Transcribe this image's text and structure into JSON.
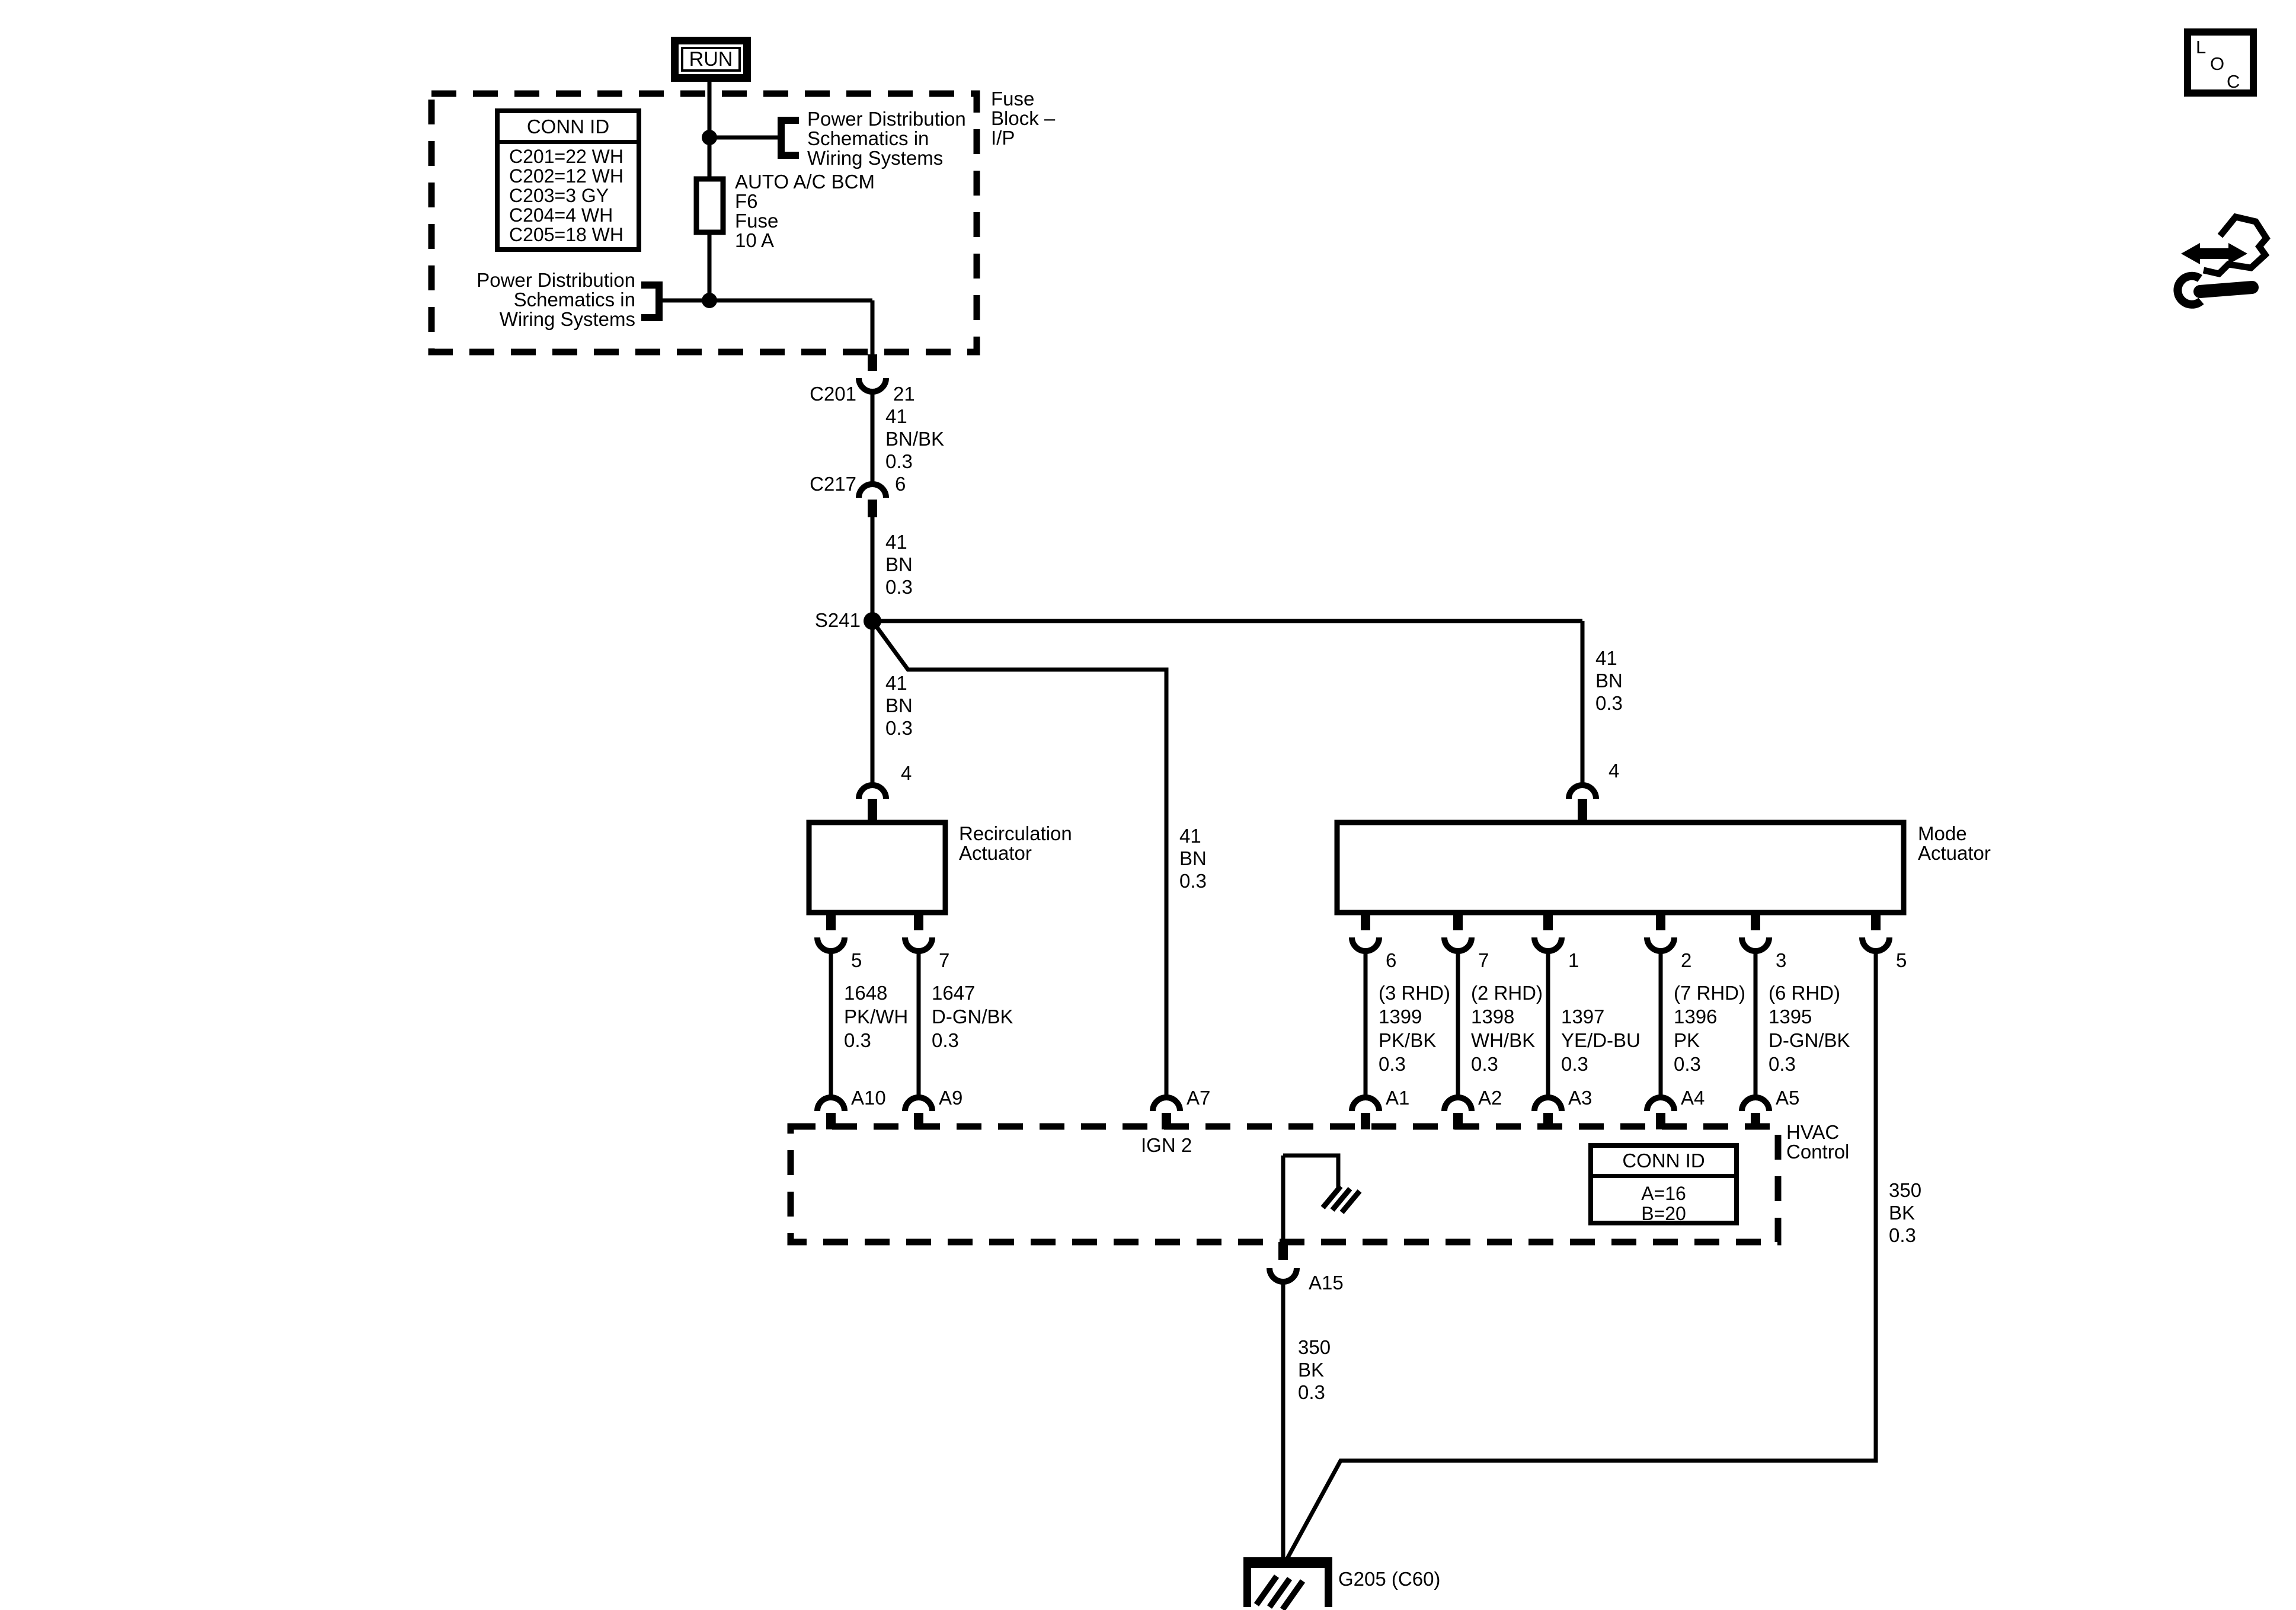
{
  "icons": {
    "loc_letters": [
      "L",
      "O",
      "C"
    ]
  },
  "fuse_block": {
    "switch_label": "RUN",
    "name": "Fuse\nBlock –\nI/P",
    "conn_id": {
      "header": "CONN ID",
      "rows": [
        "C201=22 WH",
        "C202=12 WH",
        "C203=3 GY",
        "C204=4 WH",
        "C205=18 WH"
      ]
    },
    "power_dist_top": "Power Distribution\nSchematics in\nWiring Systems",
    "power_dist_bottom": "Power Distribution\nSchematics in\nWiring Systems",
    "fuse_label": "AUTO A/C BCM\nF6\nFuse\n10 A"
  },
  "connectors": {
    "c201": {
      "name": "C201",
      "pin": "21"
    },
    "c217": {
      "name": "C217",
      "pin": "6"
    },
    "s241": {
      "name": "S241"
    }
  },
  "wires": {
    "w_c201_c217": "41\nBN/BK\n0.3",
    "w_c217_s241": "41\nBN\n0.3",
    "w_recirc_riser": "41\nBN\n0.3",
    "w_mode_riser": "41\nBN\n0.3",
    "w_a7": "41\nBN\n0.3",
    "w_1648": "1648\nPK/WH\n0.3",
    "w_1647": "1647\nD-GN/BK\n0.3",
    "w_1399": "(3 RHD)\n1399\nPK/BK\n0.3",
    "w_1398": "(2 RHD)\n1398\nWH/BK\n0.3",
    "w_1397": "1397\nYE/D-BU\n0.3",
    "w_1396": "(7 RHD)\n1396\nPK\n0.3",
    "w_1395": "(6 RHD)\n1395\nD-GN/BK\n0.3",
    "w_350_a15": "350\nBK\n0.3",
    "w_350_right": "350\nBK\n0.3"
  },
  "recirc_actuator": {
    "name": "Recirculation\nActuator",
    "pin_top": "4",
    "pins_bottom": [
      "5",
      "7"
    ]
  },
  "mode_actuator": {
    "name": "Mode\nActuator",
    "pin_top": "4",
    "pins_bottom": [
      "6",
      "7",
      "1",
      "2",
      "3",
      "5"
    ]
  },
  "hvac_control": {
    "name": "HVAC\nControl",
    "ign_label": "IGN 2",
    "pins_top": [
      "A10",
      "A9",
      "A7",
      "A1",
      "A2",
      "A3",
      "A4",
      "A5"
    ],
    "pin_bottom": "A15",
    "conn_id": {
      "header": "CONN ID",
      "rows": [
        "A=16",
        "B=20"
      ]
    }
  },
  "ground": {
    "label": "G205 (C60)"
  }
}
